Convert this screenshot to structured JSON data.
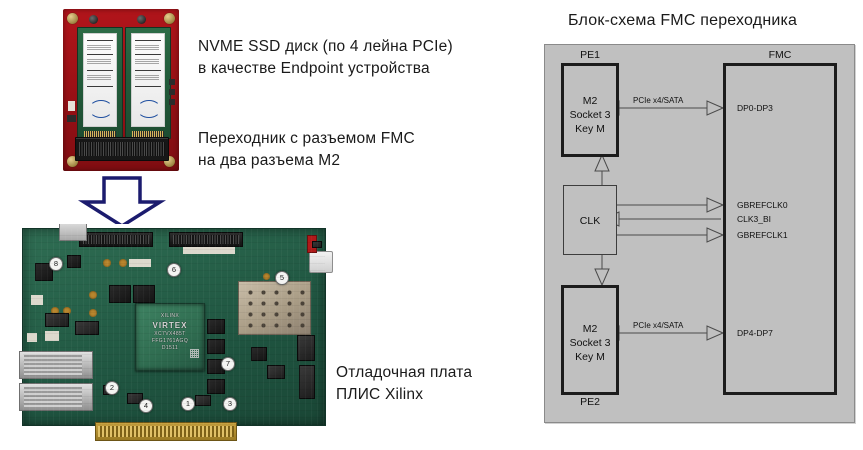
{
  "left_panel": {
    "captions": [
      {
        "id": "nvme",
        "text": "NVME SSD диск (по 4 лейна PCIe)\nв качестве Endpoint устройства"
      },
      {
        "id": "adapter",
        "text": "Переходник с разъемом FMC\nна два разъема M2"
      },
      {
        "id": "fpga",
        "text": "Отладочная плата\nПЛИС Xilinx"
      }
    ],
    "adapter_photo": {
      "alt": "Red FMC-to-M.2 adapter board with two green M.2 NVMe SSD modules",
      "ssd_count": 2
    },
    "fpga_photo": {
      "alt": "Xilinx Virtex FPGA development board",
      "chip_vendor": "XILINX",
      "chip_family": "VIRTEX",
      "callouts": [
        "1",
        "2",
        "3",
        "4",
        "5",
        "6",
        "7",
        "8"
      ]
    },
    "arrow": {
      "direction": "down",
      "color": "#1b1b6e"
    }
  },
  "diagram": {
    "title": "Блок-схема FMC переходника",
    "panel_color": "#c0c0c0",
    "blocks": [
      {
        "id": "pe1_m2",
        "label": "PE1",
        "text": "M2\nSocket 3\nKey M"
      },
      {
        "id": "clk",
        "label": "",
        "text": "CLK"
      },
      {
        "id": "pe2_m2",
        "label": "PE2",
        "text": "M2\nSocket 3\nKey M"
      },
      {
        "id": "fmc",
        "label": "FMC",
        "text": ""
      }
    ],
    "fmc_signals": [
      "DP0-DP3",
      "GBREFCLK0",
      "CLK3_BI",
      "GBREFCLK1",
      "DP4-DP7"
    ],
    "bus_labels": [
      "PCIe x4/SATA",
      "PCIe x4/SATA"
    ]
  }
}
